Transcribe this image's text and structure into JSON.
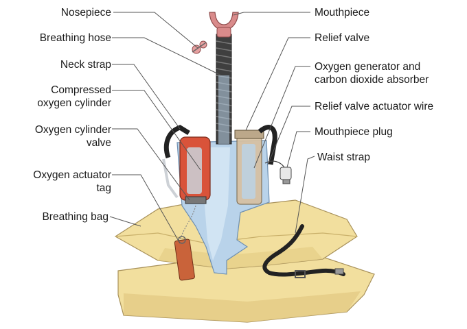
{
  "labels": {
    "nosepiece": "Nosepiece",
    "breathing_hose": "Breathing hose",
    "neck_strap": "Neck strap",
    "compressed_cylinder": [
      "Compressed",
      "oxygen cylinder"
    ],
    "cylinder_valve": [
      "Oxygen cylinder",
      "valve"
    ],
    "actuator_tag": [
      "Oxygen actuator",
      "tag"
    ],
    "breathing_bag": "Breathing bag",
    "mouthpiece": "Mouthpiece",
    "relief_valve": "Relief valve",
    "generator": [
      "Oxygen generator and",
      "carbon dioxide absorber"
    ],
    "actuator_wire": "Relief valve actuator wire",
    "mouthpiece_plug": "Mouthpiece plug",
    "waist_strap": "Waist strap"
  },
  "colors": {
    "bag": "#f2df9e",
    "bag_shadow": "#d9c27a",
    "canister_blue": "#b9d3ea",
    "hose": "#4a4a4a",
    "mouthpiece": "#d98b8b",
    "cylinder_red": "#d9533a",
    "tag": "#c9633a",
    "strap": "#2a2a2a",
    "leader_line": "#555555"
  }
}
